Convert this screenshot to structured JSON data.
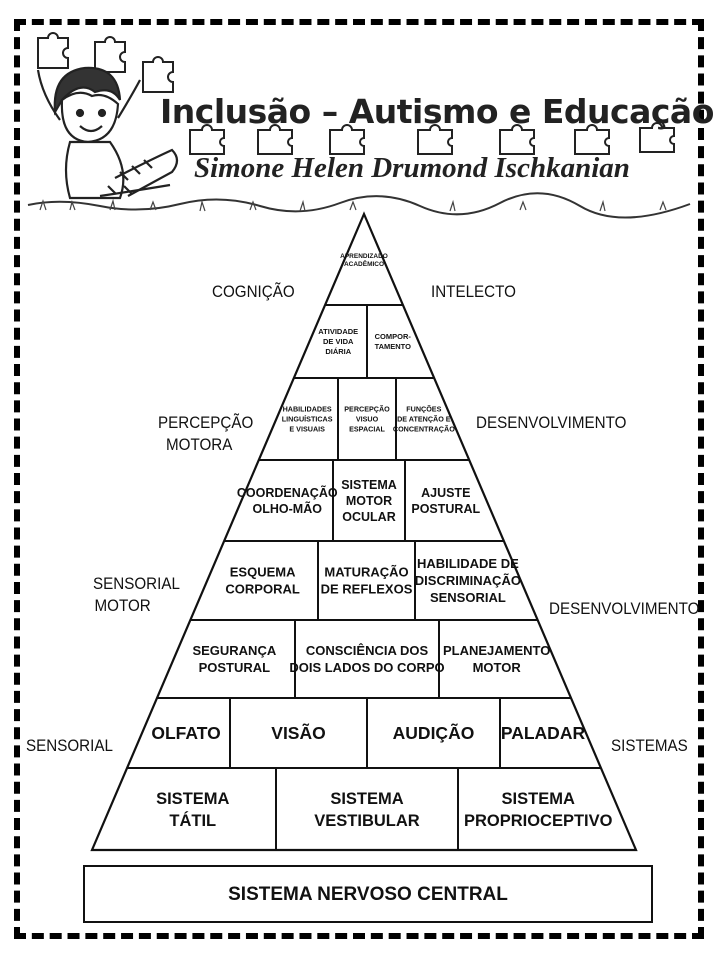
{
  "header": {
    "title": "Inclusão – Autismo e Educação",
    "author": "Simone Helen Drumond Ischkanian",
    "illustration": "child-with-puzzle-pieces"
  },
  "side_labels": {
    "cognicao": "COGNIÇÃO",
    "intelecto": "INTELECTO",
    "percepcao_motora": [
      "PERCEPÇÃO",
      "MOTORA"
    ],
    "desenvolvimento_1": "DESENVOLVIMENTO",
    "sensorial_motor": [
      "SENSORIAL",
      "MOTOR"
    ],
    "desenvolvimento_2": "DESENVOLVIMENTO",
    "sensorial": "SENSORIAL",
    "sistemas": "SISTEMAS"
  },
  "pyramid": {
    "levels": [
      {
        "cells": [
          {
            "lines": [
              "APRENDIZADO",
              "ACADÊMICO"
            ]
          }
        ]
      },
      {
        "cells": [
          {
            "lines": [
              "ATIVIDADE",
              "DE VIDA",
              "DIÁRIA"
            ]
          },
          {
            "lines": [
              "COMPOR-",
              "TAMENTO"
            ]
          }
        ]
      },
      {
        "cells": [
          {
            "lines": [
              "HABILIDADES",
              "LINGUÍSTICAS",
              "E VISUAIS"
            ]
          },
          {
            "lines": [
              "PERCEPÇÃO",
              "VISUO",
              "ESPACIAL"
            ]
          },
          {
            "lines": [
              "FUNÇÕES",
              "DE ATENÇÃO E",
              "CONCENTRAÇÃO"
            ]
          }
        ]
      },
      {
        "cells": [
          {
            "lines": [
              "COORDENAÇÃO",
              "OLHO-MÃO"
            ]
          },
          {
            "lines": [
              "SISTEMA",
              "MOTOR",
              "OCULAR"
            ]
          },
          {
            "lines": [
              "AJUSTE",
              "POSTURAL"
            ]
          }
        ]
      },
      {
        "cells": [
          {
            "lines": [
              "ESQUEMA",
              "CORPORAL"
            ]
          },
          {
            "lines": [
              "MATURAÇÃO",
              "DE REFLEXOS"
            ]
          },
          {
            "lines": [
              "HABILIDADE DE",
              "DISCRIMINAÇÃO",
              "SENSORIAL"
            ]
          }
        ]
      },
      {
        "cells": [
          {
            "lines": [
              "SEGURANÇA",
              "POSTURAL"
            ]
          },
          {
            "lines": [
              "CONSCIÊNCIA DOS",
              "DOIS LADOS DO CORPO"
            ]
          },
          {
            "lines": [
              "PLANEJAMENTO",
              "MOTOR"
            ]
          }
        ]
      },
      {
        "cells": [
          {
            "lines": [
              "OLFATO"
            ]
          },
          {
            "lines": [
              "VISÃO"
            ]
          },
          {
            "lines": [
              "AUDIÇÃO"
            ]
          },
          {
            "lines": [
              "PALADAR"
            ]
          }
        ]
      },
      {
        "cells": [
          {
            "lines": [
              "SISTEMA",
              "TÁTIL"
            ]
          },
          {
            "lines": [
              "SISTEMA",
              "VESTIBULAR"
            ]
          },
          {
            "lines": [
              "SISTEMA",
              "PROPRIOCEPTIVO"
            ]
          }
        ]
      }
    ],
    "base": "SISTEMA NERVOSO CENTRAL"
  }
}
